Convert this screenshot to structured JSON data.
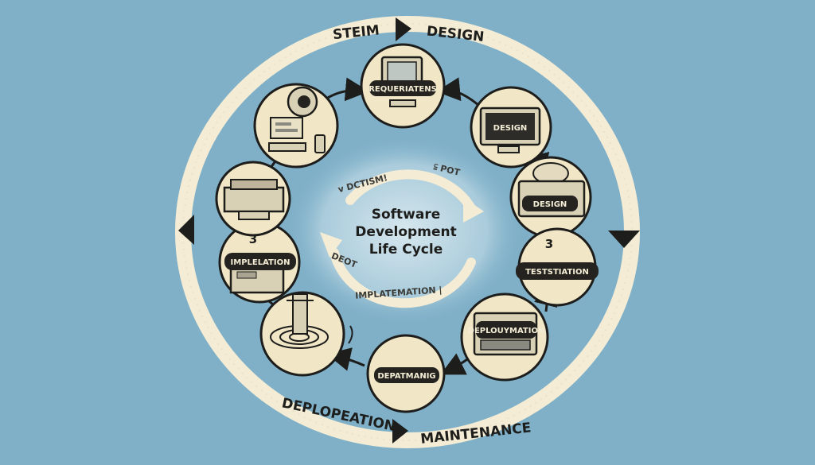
{
  "colors": {
    "background": "#7fb0c8",
    "ring": "#f4ecd4",
    "node_fill": "#f1e6c6",
    "outline": "#1d1d1b",
    "pill": "#24231f"
  },
  "outer_labels": {
    "top_left": "STEIM",
    "top_right": "DESIGN",
    "bottom_left": "DEPLOPEATION",
    "bottom_right": "MAINTENANCE"
  },
  "center": {
    "line1": "Software",
    "line2": "Development",
    "line3": "Life Cycle",
    "faint_top_left": "ᴠ DCTISM!",
    "faint_top_right": "⫅ POT",
    "faint_bottom_left": "DEOT",
    "faint_bottom": "IMPLATEMATION |"
  },
  "nodes": [
    {
      "id": "requirements",
      "label": "REQUERIATENS",
      "icon": "monitor-icon"
    },
    {
      "id": "design-1",
      "label": "DESIGN",
      "icon": "monitor-icon"
    },
    {
      "id": "design-2",
      "label": "DESIGN",
      "icon": "printer-icon"
    },
    {
      "id": "testing",
      "label": "TESTSTIATION",
      "number": "3"
    },
    {
      "id": "deployment",
      "label": "DEPLOUYMATION",
      "icon": "monitor-icon"
    },
    {
      "id": "department",
      "label": "DEPATMANIG"
    },
    {
      "id": "funnel",
      "icon": "machine-icon"
    },
    {
      "id": "implementation",
      "label": "IMPLELATION",
      "number": "3",
      "icon": "cabinet-icon"
    },
    {
      "id": "workstation",
      "icon": "workstation-icon"
    },
    {
      "id": "computer",
      "icon": "computer-icon"
    }
  ]
}
